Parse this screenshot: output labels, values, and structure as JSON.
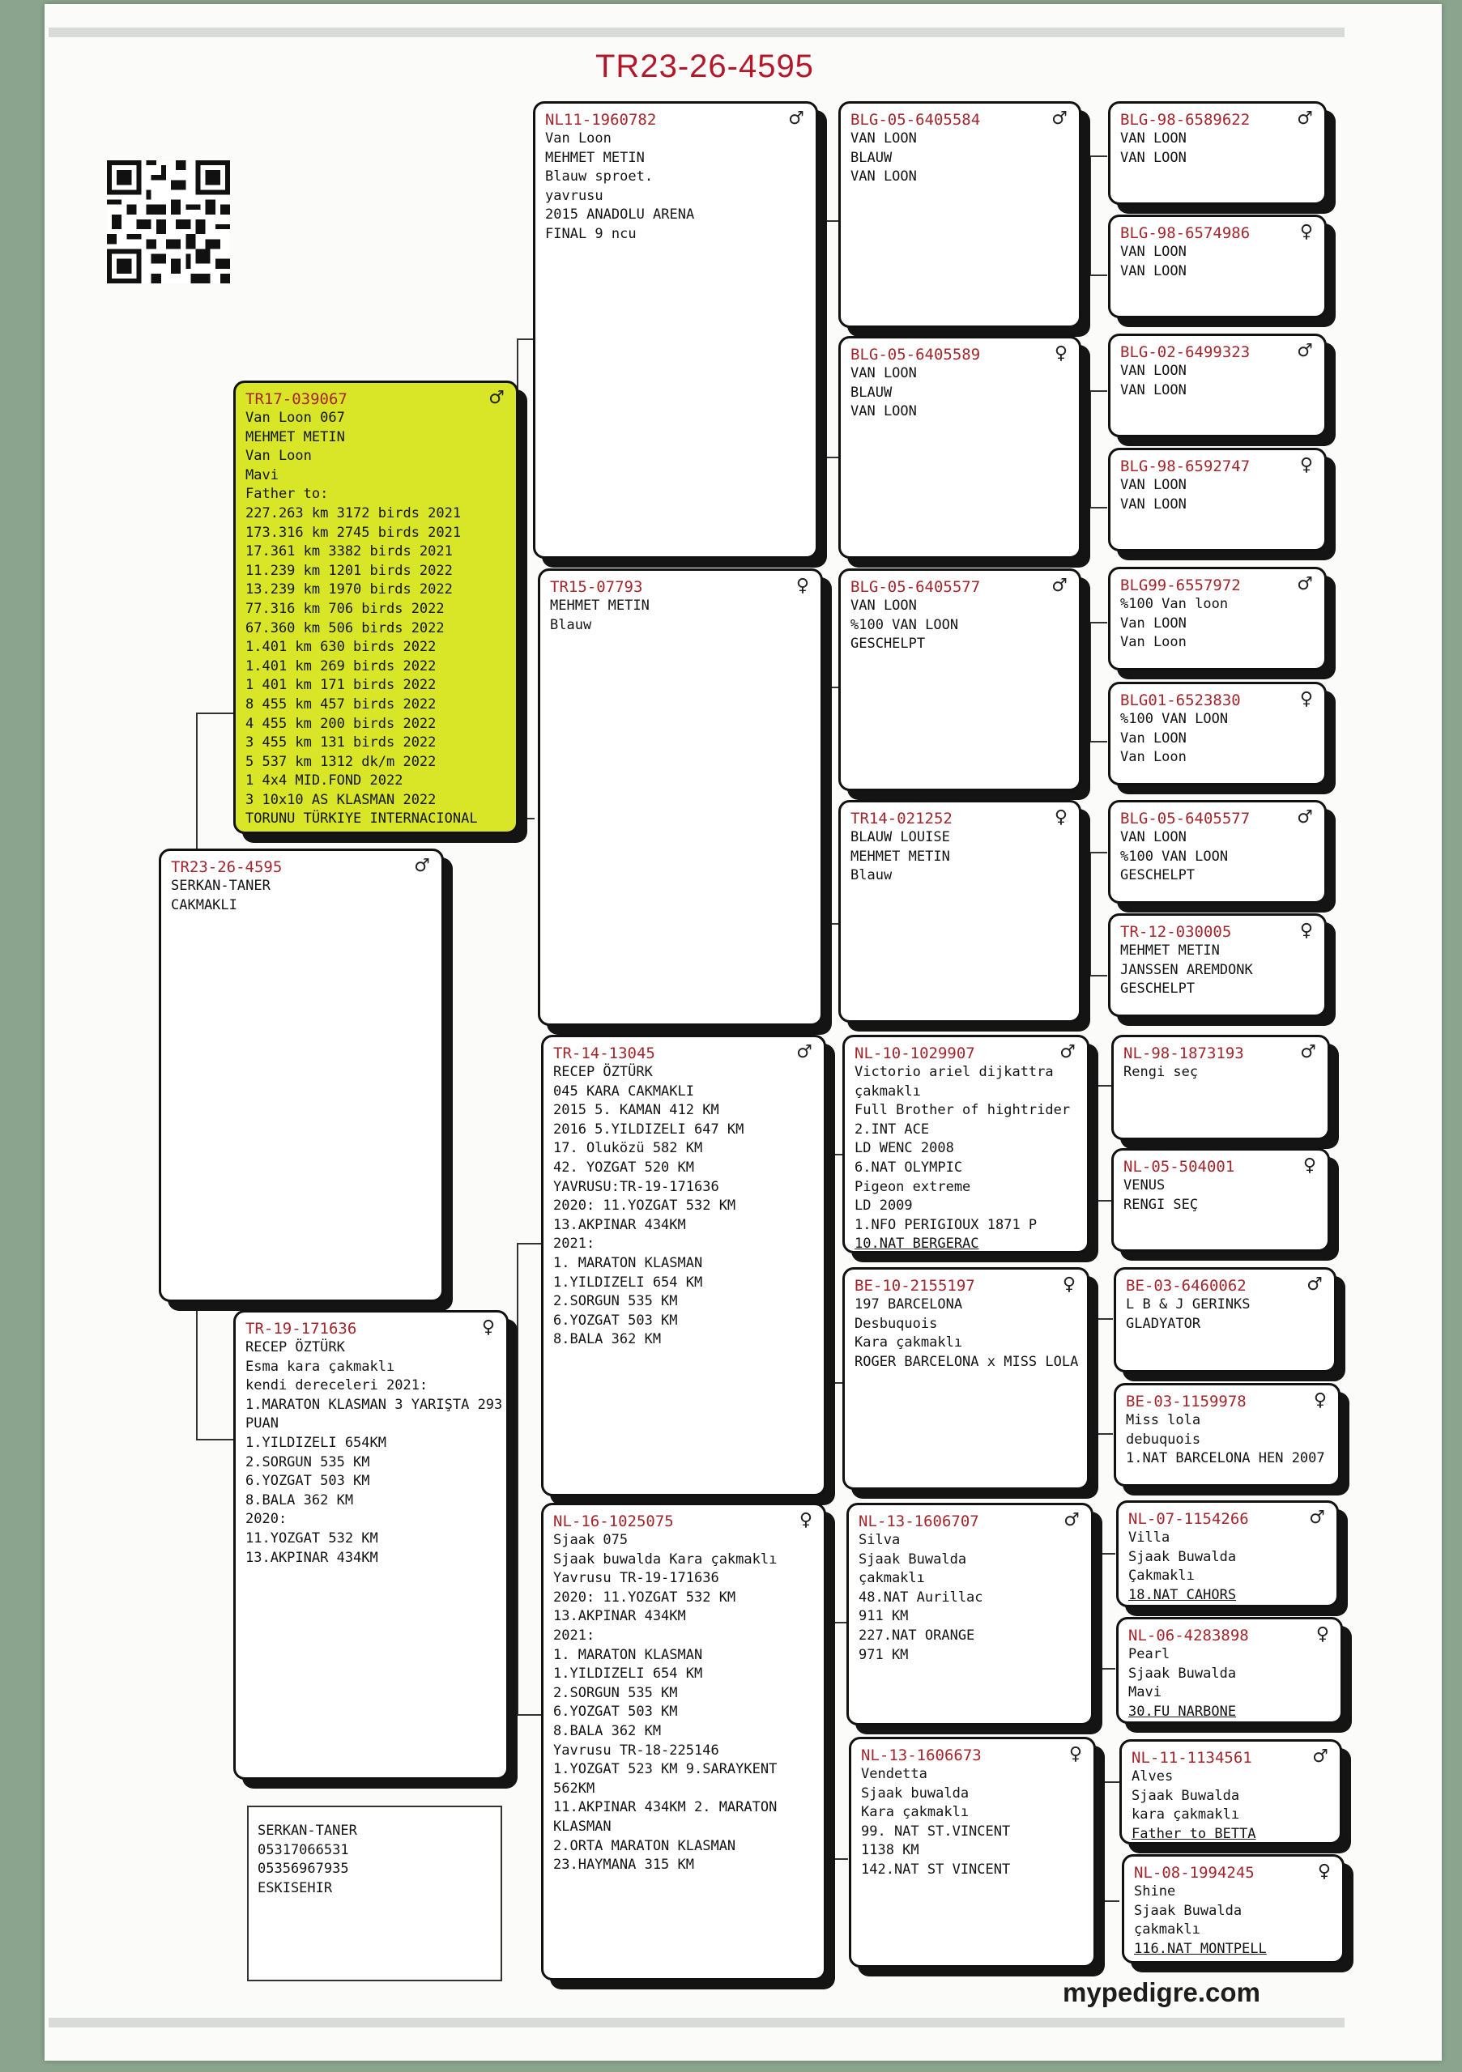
{
  "title": "TR23-26-4595",
  "site": "mypedigre.com",
  "contact": [
    "SERKAN-TANER",
    "05317066531",
    "05356967935",
    "ESKISEHIR"
  ],
  "cards": {
    "subject": {
      "ring": "TR23-26-4595",
      "sex": "♂",
      "lines": [
        "SERKAN-TANER",
        "CAKMAKLI"
      ]
    },
    "sire": {
      "ring": "TR17-039067",
      "sex": "♂",
      "lines": [
        "Van Loon 067",
        "MEHMET METIN",
        "Van Loon",
        "Mavi",
        "Father to:",
        "227.263 km 3172 birds 2021",
        "173.316 km 2745 birds 2021",
        " 17.361 km 3382 birds 2021",
        " 11.239 km 1201 birds 2022",
        " 13.239 km 1970 birds 2022",
        " 77.316 km  706 birds 2022",
        " 67.360 km  506 birds 2022",
        "  1.401 km  630 birds 2022",
        "  1.401 km  269 birds 2022",
        "  1 401 km  171 birds 2022",
        "  8 455 km  457 birds 2022",
        "  4 455 km  200 birds 2022",
        "  3 455 km  131 birds 2022",
        "  5 537 km  1312 dk/m 2022",
        "  1 4x4 MID.FOND 2022",
        "  3 10x10 AS KLASMAN 2022",
        "TORUNU TÜRKIYE INTERNACIONAL"
      ]
    },
    "dam": {
      "ring": "TR-19-171636",
      "sex": "♀",
      "lines": [
        "RECEP ÖZTÜRK",
        "Esma kara çakmaklı",
        "kendi dereceleri 2021:",
        "1.MARATON KLASMAN 3 YARIŞTA 293",
        "PUAN",
        "1.YILDIZELI 654KM",
        "2.SORGUN  535 KM",
        "6.YOZGAT 503 KM",
        "8.BALA 362 KM",
        "2020:",
        "11.YOZGAT 532 KM",
        "13.AKPINAR 434KM"
      ]
    },
    "ss": {
      "ring": "NL11-1960782",
      "sex": "♂",
      "lines": [
        "Van Loon",
        "MEHMET METIN",
        "Blauw sproet.",
        "yavrusu",
        "2015 ANADOLU ARENA",
        "FINAL 9 ncu"
      ]
    },
    "sd": {
      "ring": "TR15-07793",
      "sex": "♀",
      "lines": [
        "MEHMET METIN",
        "Blauw"
      ]
    },
    "ds": {
      "ring": "TR-14-13045",
      "sex": "♂",
      "lines": [
        "RECEP ÖZTÜRK",
        "045 KARA CAKMAKLI",
        "2015  5. KAMAN 412 KM",
        "2016  5.YILDIZELI 647 KM",
        "17. Oluközü 582 KM",
        "42. YOZGAT 520 KM",
        "YAVRUSU:TR-19-171636",
        "2020: 11.YOZGAT 532 KM",
        "13.AKPINAR 434KM",
        "2021:",
        "1. MARATON KLASMAN",
        "1.YILDIZELI 654 KM",
        "2.SORGUN 535 KM",
        "6.YOZGAT 503 KM",
        "8.BALA 362 KM"
      ]
    },
    "dd": {
      "ring": "NL-16-1025075",
      "sex": "♀",
      "lines": [
        "Sjaak 075",
        "Sjaak buwalda Kara çakmaklı",
        "Yavrusu TR-19-171636",
        "2020: 11.YOZGAT 532 KM",
        "13.AKPINAR 434KM",
        "2021:",
        "1. MARATON KLASMAN",
        "1.YILDIZELI 654 KM",
        "2.SORGUN 535 KM",
        "6.YOZGAT 503 KM",
        "8.BALA 362 KM",
        "Yavrusu TR-18-225146",
        "1.YOZGAT 523 KM 9.SARAYKENT",
        "562KM",
        "11.AKPINAR 434KM 2. MARATON",
        "KLASMAN",
        "2.ORTA MARATON KLASMAN",
        "23.HAYMANA 315 KM"
      ]
    },
    "sss": {
      "ring": "BLG-05-6405584",
      "sex": "♂",
      "lines": [
        "VAN LOON",
        "BLAUW",
        "VAN LOON"
      ]
    },
    "ssd": {
      "ring": "BLG-05-6405589",
      "sex": "♀",
      "lines": [
        "VAN LOON",
        "BLAUW",
        "VAN LOON"
      ]
    },
    "sds": {
      "ring": "BLG-05-6405577",
      "sex": "♂",
      "lines": [
        "VAN LOON",
        "%100 VAN LOON",
        "GESCHELPT"
      ]
    },
    "sdd": {
      "ring": "TR14-021252",
      "sex": "♀",
      "lines": [
        "BLAUW LOUISE",
        "MEHMET METIN",
        "Blauw"
      ]
    },
    "dss": {
      "ring": "NL-10-1029907",
      "sex": "♂",
      "lines": [
        "Victorio ariel dijkattra",
        "çakmaklı",
        "Full Brother of hightrider",
        "2.INT ACE",
        "LD WENC 2008",
        "6.NAT OLYMPIC",
        "Pigeon extreme",
        "LD 2009",
        "1.NFO PERIGIOUX 1871 P",
        "10.NAT BERGERAC"
      ]
    },
    "dsd": {
      "ring": "BE-10-2155197",
      "sex": "♀",
      "lines": [
        "197 BARCELONA",
        "Desbuquois",
        "Kara çakmaklı",
        "ROGER BARCELONA x MISS LOLA"
      ]
    },
    "dds": {
      "ring": "NL-13-1606707",
      "sex": "♂",
      "lines": [
        "Silva",
        "Sjaak Buwalda",
        "çakmaklı",
        "48.NAT Aurillac",
        "911 KM",
        "227.NAT ORANGE",
        "971 KM"
      ]
    },
    "ddd": {
      "ring": "NL-13-1606673",
      "sex": "♀",
      "lines": [
        "Vendetta",
        "Sjaak buwalda",
        "Kara çakmaklı",
        "99. NAT ST.VINCENT",
        "1138 KM",
        "142.NAT ST VINCENT"
      ]
    },
    "ssss": {
      "ring": "BLG-98-6589622",
      "sex": "♂",
      "lines": [
        "VAN LOON",
        "VAN LOON"
      ]
    },
    "sssd": {
      "ring": "BLG-98-6574986",
      "sex": "♀",
      "lines": [
        "VAN LOON",
        "VAN LOON"
      ]
    },
    "ssds": {
      "ring": "BLG-02-6499323",
      "sex": "♂",
      "lines": [
        "VAN LOON",
        "VAN LOON"
      ]
    },
    "ssdd": {
      "ring": "BLG-98-6592747",
      "sex": "♀",
      "lines": [
        "VAN LOON",
        "VAN LOON"
      ]
    },
    "sdss": {
      "ring": "BLG99-6557972",
      "sex": "♂",
      "lines": [
        "%100 Van loon",
        "Van LOON",
        "Van Loon"
      ]
    },
    "sdsd": {
      "ring": "BLG01-6523830",
      "sex": "♀",
      "lines": [
        "%100 VAN LOON",
        "Van LOON",
        "Van Loon"
      ]
    },
    "sdds": {
      "ring": "BLG-05-6405577",
      "sex": "♂",
      "lines": [
        "VAN LOON",
        "%100 VAN LOON",
        "GESCHELPT"
      ]
    },
    "sddd": {
      "ring": "TR-12-030005",
      "sex": "♀",
      "lines": [
        "MEHMET METIN",
        "JANSSEN AREMDONK",
        "GESCHELPT"
      ]
    },
    "dsss": {
      "ring": "NL-98-1873193",
      "sex": "♂",
      "lines": [
        "Rengi seç"
      ]
    },
    "dssd": {
      "ring": "NL-05-504001",
      "sex": "♀",
      "lines": [
        "VENUS",
        "RENGI SEÇ"
      ]
    },
    "dsds": {
      "ring": "BE-03-6460062",
      "sex": "♂",
      "lines": [
        "L B & J GERINKS",
        "GLADYATOR"
      ]
    },
    "dsdd": {
      "ring": "BE-03-1159978",
      "sex": "♀",
      "lines": [
        "Miss lola",
        "debuquois",
        "1.NAT BARCELONA HEN 2007"
      ]
    },
    "ddss": {
      "ring": "NL-07-1154266",
      "sex": "♂",
      "lines": [
        "Villa",
        "Sjaak Buwalda",
        "Çakmaklı",
        "18.NAT CAHORS"
      ]
    },
    "ddsd": {
      "ring": "NL-06-4283898",
      "sex": "♀",
      "lines": [
        "Pearl",
        "Sjaak Buwalda",
        "Mavi",
        "30.FU NARBONE"
      ]
    },
    "ddds": {
      "ring": "NL-11-1134561",
      "sex": "♂",
      "lines": [
        "Alves",
        "Sjaak Buwalda",
        "kara çakmaklı",
        "Father to BETTA"
      ]
    },
    "dddd": {
      "ring": "NL-08-1994245",
      "sex": "♀",
      "lines": [
        "Shine",
        "Sjaak Buwalda",
        "çakmaklı",
        "116.NAT MONTPELL"
      ]
    }
  }
}
